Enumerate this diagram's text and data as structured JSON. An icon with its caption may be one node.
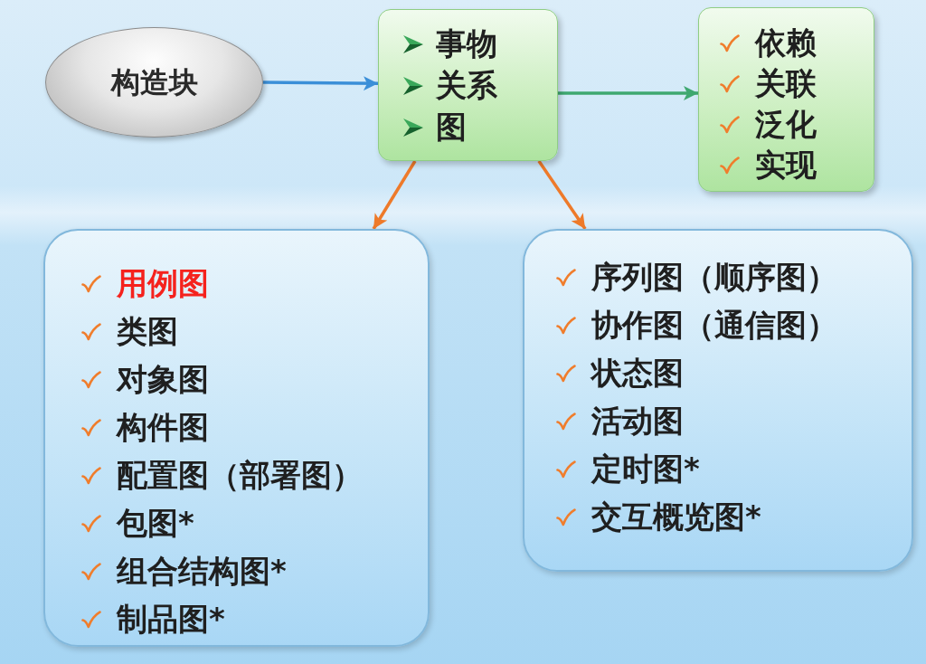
{
  "diagram": {
    "nodes": [
      {
        "text": [
          "构造块"
        ]
      },
      {
        "text": [
          "事物",
          "关系",
          "图"
        ]
      },
      {
        "text": [
          "依赖",
          "关联",
          "泛化",
          "实现"
        ]
      },
      {
        "text": [
          "用例图",
          "类图",
          "对象图",
          "构件图",
          "配置图（部署图）",
          "包图*",
          "组合结构图*",
          "制品图*"
        ]
      },
      {
        "text": [
          "序列图（顺序图）",
          "协作图（通信图）",
          "状态图",
          "活动图",
          "定时图*",
          "交互概览图*"
        ]
      }
    ],
    "edges": [
      {
        "from": 0,
        "to": 1,
        "arrow": "to",
        "color": "#3b8fd8"
      },
      {
        "from": 1,
        "to": 2,
        "arrow": "to",
        "color": "#3fa870"
      },
      {
        "from": 1,
        "to": 3,
        "arrow": "to"
      },
      {
        "from": 1,
        "to": 4,
        "arrow": "to"
      }
    ]
  }
}
